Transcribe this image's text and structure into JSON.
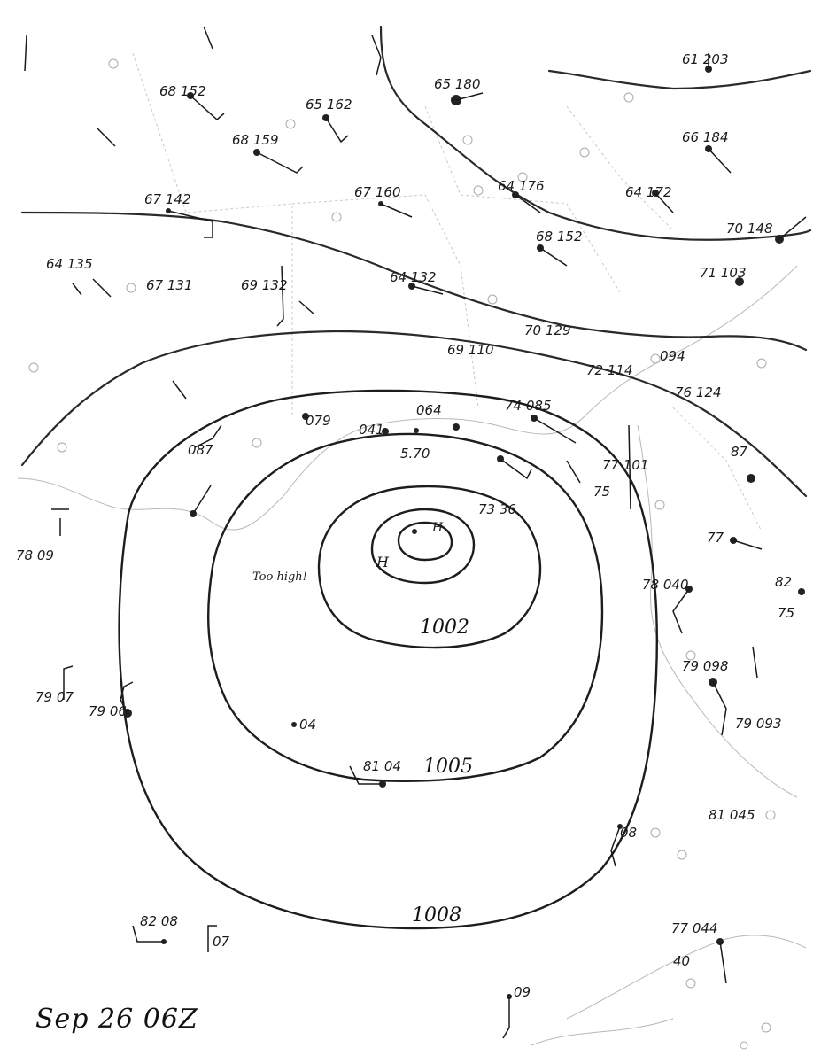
{
  "map": {
    "date_label": "Sep 26 06Z",
    "isobar_labels": [
      "1002",
      "1005",
      "1008"
    ],
    "center_markers": [
      "H",
      "H"
    ],
    "note": "Too high!",
    "stations": [
      {
        "id": "s1",
        "text": "68 152"
      },
      {
        "id": "s2",
        "text": "65 162"
      },
      {
        "id": "s3",
        "text": "65 180"
      },
      {
        "id": "s4",
        "text": "61 203"
      },
      {
        "id": "s5",
        "text": "68 159"
      },
      {
        "id": "s6",
        "text": "66 184"
      },
      {
        "id": "s7",
        "text": "67 142"
      },
      {
        "id": "s8",
        "text": "67 160"
      },
      {
        "id": "s9",
        "text": "64 176"
      },
      {
        "id": "s10",
        "text": "64 172"
      },
      {
        "id": "s11",
        "text": "64 135"
      },
      {
        "id": "s12",
        "text": "67 131"
      },
      {
        "id": "s13",
        "text": "69 132"
      },
      {
        "id": "s14",
        "text": "64 132"
      },
      {
        "id": "s15",
        "text": "68 152"
      },
      {
        "id": "s16",
        "text": "70 148"
      },
      {
        "id": "s17",
        "text": "71 103"
      },
      {
        "id": "s18",
        "text": "69 110"
      },
      {
        "id": "s19",
        "text": "70 129"
      },
      {
        "id": "s20",
        "text": "72 114"
      },
      {
        "id": "s21",
        "text": "094"
      },
      {
        "id": "s22",
        "text": "76 124"
      },
      {
        "id": "s23",
        "text": "087"
      },
      {
        "id": "s24",
        "text": "079"
      },
      {
        "id": "s25",
        "text": "041"
      },
      {
        "id": "s26",
        "text": "064"
      },
      {
        "id": "s27",
        "text": "74 085"
      },
      {
        "id": "s28",
        "text": "87"
      },
      {
        "id": "s29",
        "text": "77 101"
      },
      {
        "id": "s30",
        "text": "73 36"
      },
      {
        "id": "s31",
        "text": "75"
      },
      {
        "id": "s32",
        "text": "77"
      },
      {
        "id": "s33",
        "text": "78 040"
      },
      {
        "id": "s34",
        "text": "79 098"
      },
      {
        "id": "s35",
        "text": "79 093"
      },
      {
        "id": "s36",
        "text": "81 045"
      },
      {
        "id": "s37",
        "text": "77 044"
      },
      {
        "id": "s38",
        "text": "79 07"
      },
      {
        "id": "s39",
        "text": "79 06"
      },
      {
        "id": "s40",
        "text": "04"
      },
      {
        "id": "s41",
        "text": "81 04"
      },
      {
        "id": "s42",
        "text": "08"
      },
      {
        "id": "s43",
        "text": "82 08"
      },
      {
        "id": "s44",
        "text": "07"
      },
      {
        "id": "s45",
        "text": "09"
      },
      {
        "id": "s46",
        "text": "78 09"
      },
      {
        "id": "s47",
        "text": "5.70"
      },
      {
        "id": "s48",
        "text": "82"
      },
      {
        "id": "s49",
        "text": "75"
      },
      {
        "id": "s50",
        "text": "40"
      }
    ]
  }
}
